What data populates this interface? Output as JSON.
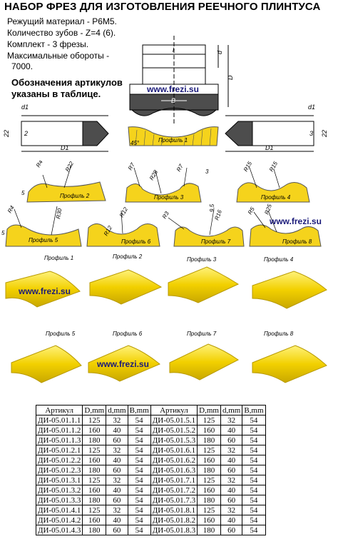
{
  "title": "НАБОР ФРЕЗ ДЛЯ ИЗГОТОВЛЕНИЯ РЕЕЧНОГО ПЛИНТУСА",
  "specs": [
    "Режущий материал - Р6М5.",
    "Количество зубов - Z=4 (6).",
    "Комплект - 3 фрезы.",
    "Максимальные обороты -",
    "7000."
  ],
  "note": "Обозначения артикулов указаны в таблице.",
  "watermark": "www.frezi.su",
  "drawing": {
    "dim_l": "l",
    "dim_d": "d",
    "dim_D": "D",
    "dim_B": "B",
    "dim_d1": "d1",
    "dim_D1": "D1",
    "dim_22": "22",
    "dim_2": "2",
    "dim_3": "3",
    "angle": "45°",
    "profile1": "Профиль 1"
  },
  "profiles_drawn": [
    {
      "label": "Профиль 2",
      "radii": [
        "R4",
        "R22"
      ],
      "dims": [
        "5"
      ]
    },
    {
      "label": "Профиль 3",
      "radii": [
        "R7",
        "R28",
        "R7"
      ],
      "dims": [
        "3"
      ]
    },
    {
      "label": "Профиль 4",
      "radii": [
        "R15",
        "R15"
      ],
      "dims": []
    },
    {
      "label": "Профиль 5",
      "radii": [
        "R4",
        "R30"
      ],
      "dims": [
        "5"
      ]
    },
    {
      "label": "Профиль 6",
      "radii": [
        "R12",
        "R12"
      ],
      "dims": []
    },
    {
      "label": "Профиль 7",
      "radii": [
        "R3",
        "R16"
      ],
      "dims": [
        "9,5"
      ]
    },
    {
      "label": "Профиль 8",
      "radii": [
        "R5",
        "R25"
      ],
      "dims": []
    }
  ],
  "products_row1": [
    "Профиль 1",
    "Профиль 2",
    "Профиль 3",
    "Профиль 4"
  ],
  "products_row2": [
    "Профиль 5",
    "Профиль 6",
    "Профиль 7",
    "Профиль 8"
  ],
  "colors": {
    "wood": "#f5d31c",
    "wood_stroke": "#555555",
    "steel": "#555555",
    "text": "#000000"
  },
  "table": {
    "headers": [
      "Артикул",
      "D,mm",
      "d,mm",
      "B,mm",
      "Артикул",
      "D,mm",
      "d,mm",
      "B,mm"
    ],
    "rows": [
      [
        "ДИ-05.01.1.1",
        "125",
        "32",
        "54",
        "ДИ-05.01.5.1",
        "125",
        "32",
        "54"
      ],
      [
        "ДИ-05.01.1.2",
        "160",
        "40",
        "54",
        "ДИ-05.01.5.2",
        "160",
        "40",
        "54"
      ],
      [
        "ДИ-05.01.1.3",
        "180",
        "60",
        "54",
        "ДИ-05.01.5.3",
        "180",
        "60",
        "54"
      ],
      [
        "ДИ-05.01.2.1",
        "125",
        "32",
        "54",
        "ДИ-05.01.6.1",
        "125",
        "32",
        "54"
      ],
      [
        "ДИ-05.01.2.2",
        "160",
        "40",
        "54",
        "ДИ-05.01.6.2",
        "160",
        "40",
        "54"
      ],
      [
        "ДИ-05.01.2.3",
        "180",
        "60",
        "54",
        "ДИ-05.01.6.3",
        "180",
        "60",
        "54"
      ],
      [
        "ДИ-05.01.3.1",
        "125",
        "32",
        "54",
        "ДИ-05.01.7.1",
        "125",
        "32",
        "54"
      ],
      [
        "ДИ-05.01.3.2",
        "160",
        "40",
        "54",
        "ДИ-05.01.7.2",
        "160",
        "40",
        "54"
      ],
      [
        "ДИ-05.01.3.3",
        "180",
        "60",
        "54",
        "ДИ-05.01.7.3",
        "180",
        "60",
        "54"
      ],
      [
        "ДИ-05.01.4.1",
        "125",
        "32",
        "54",
        "ДИ-05.01.8.1",
        "125",
        "32",
        "54"
      ],
      [
        "ДИ-05.01.4.2",
        "160",
        "40",
        "54",
        "ДИ-05.01.8.2",
        "160",
        "40",
        "54"
      ],
      [
        "ДИ-05.01.4.3",
        "180",
        "60",
        "54",
        "ДИ-05.01.8.3",
        "180",
        "60",
        "54"
      ]
    ]
  }
}
